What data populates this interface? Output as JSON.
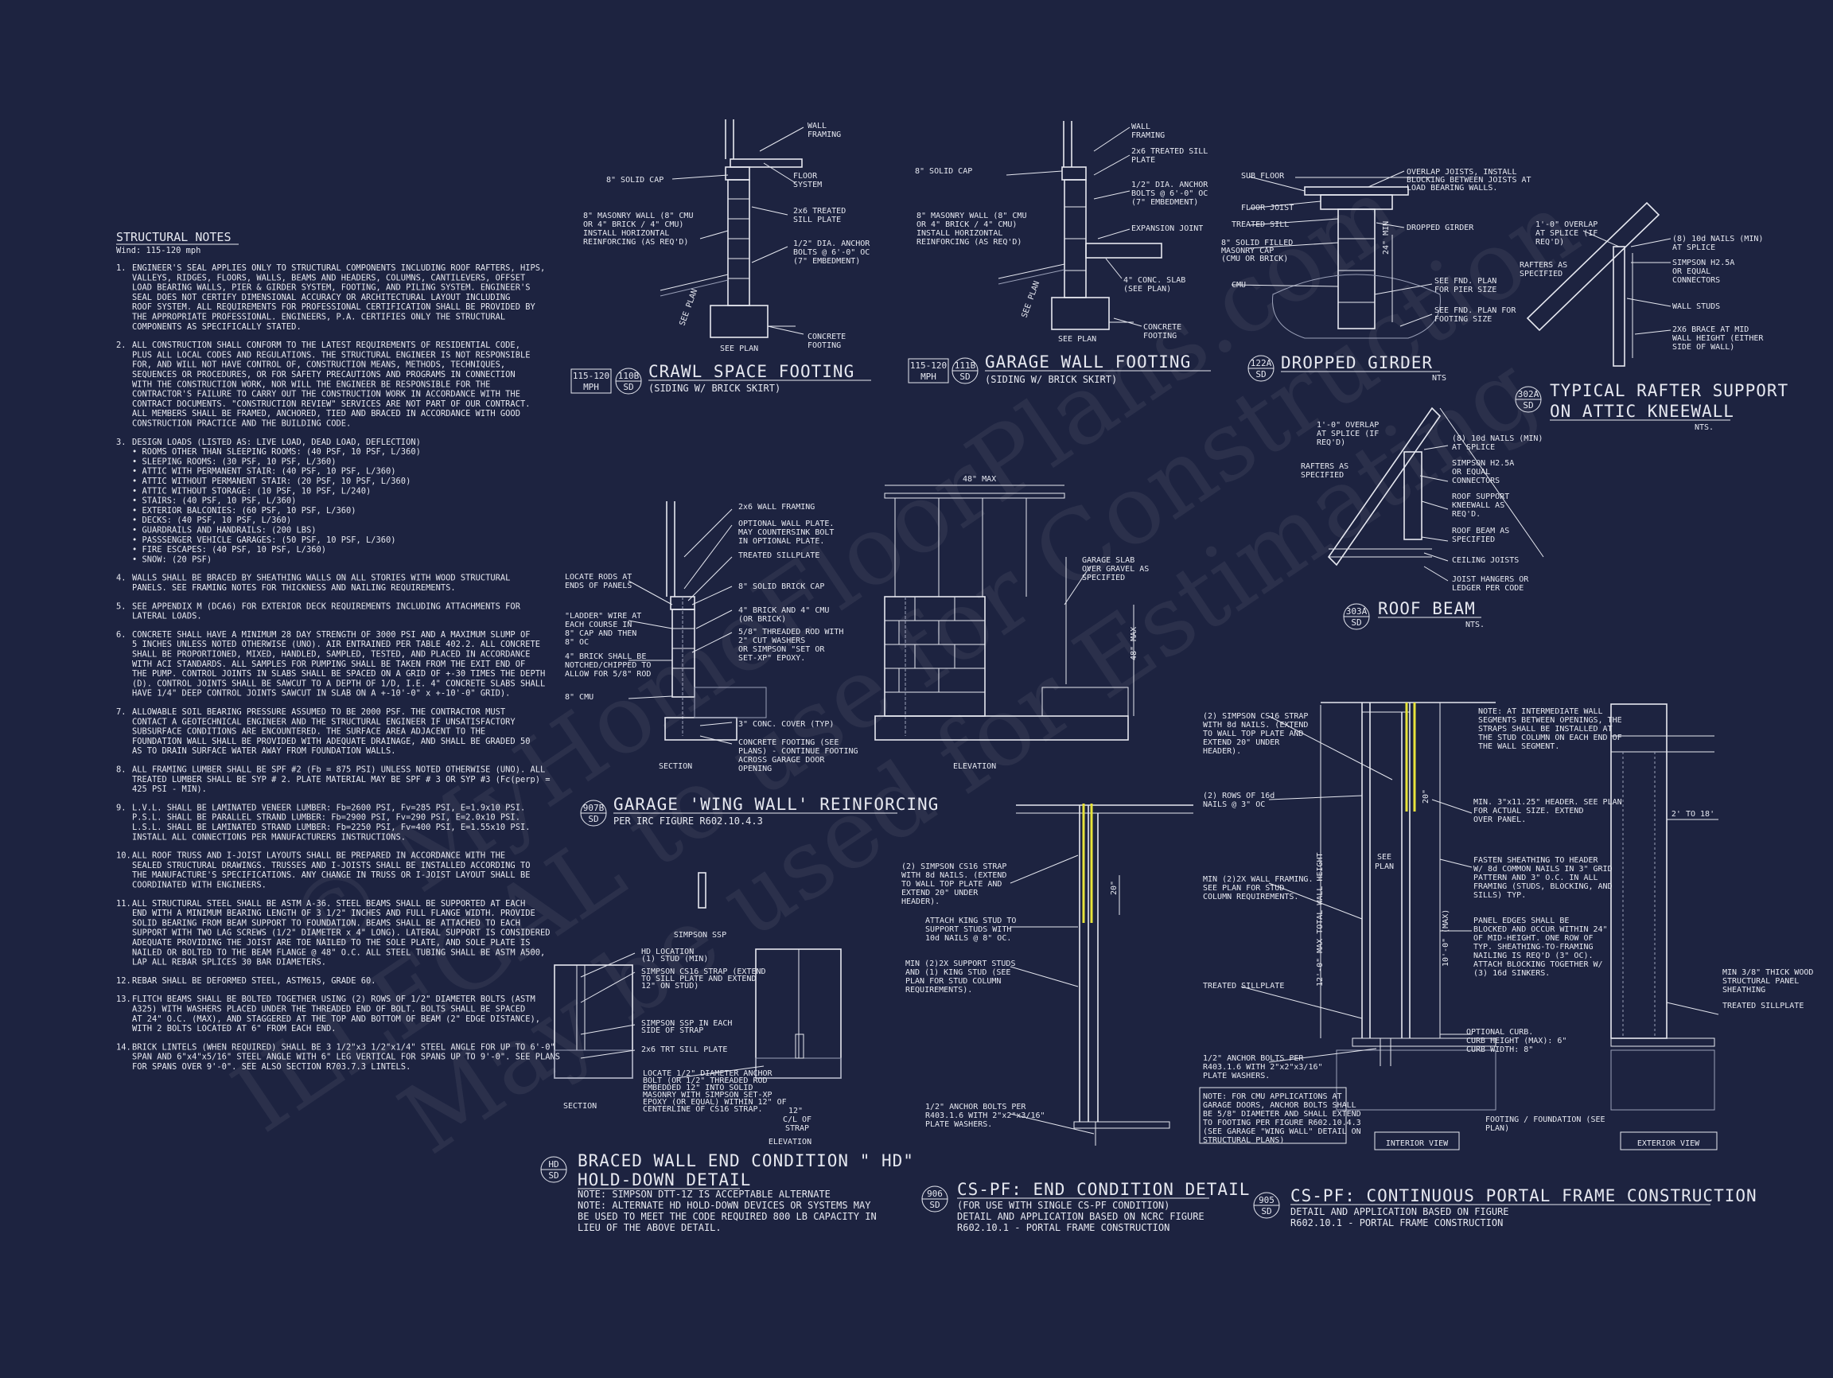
{
  "structural_notes": {
    "title": "STRUCTURAL NOTES",
    "wind": "Wind: 115-120 mph",
    "items": [
      {
        "num": "1.",
        "lines": [
          "ENGINEER'S SEAL APPLIES ONLY TO STRUCTURAL COMPONENTS INCLUDING ROOF RAFTERS, HIPS,",
          "VALLEYS, RIDGES, FLOORS, WALLS, BEAMS AND HEADERS, COLUMNS, CANTILEVERS, OFFSET",
          "LOAD BEARING WALLS, PIER & GIRDER SYSTEM, FOOTING, AND PILING SYSTEM.  ENGINEER'S",
          "SEAL DOES NOT CERTIFY DIMENSIONAL ACCURACY OR ARCHITECTURAL LAYOUT INCLUDING",
          "ROOF SYSTEM. ALL REQUIREMENTS FOR PROFESSIONAL CERTIFICATION SHALL BE PROVIDED BY",
          "THE APPROPRIATE PROFESSIONAL.  ENGINEERS, P.A. CERTIFIES ONLY THE STRUCTURAL",
          "COMPONENTS AS SPECIFICALLY STATED."
        ]
      },
      {
        "num": "2.",
        "lines": [
          "ALL CONSTRUCTION SHALL CONFORM TO THE LATEST REQUIREMENTS OF RESIDENTIAL CODE,",
          "PLUS ALL LOCAL CODES AND REGULATIONS. THE STRUCTURAL ENGINEER IS NOT RESPONSIBLE",
          "FOR, AND WILL NOT HAVE CONTROL OF, CONSTRUCTION MEANS, METHODS, TECHNIQUES,",
          "SEQUENCES OR PROCEDURES, OR FOR SAFETY PRECAUTIONS AND PROGRAMS IN CONNECTION",
          "WITH THE CONSTRUCTION WORK, NOR WILL THE ENGINEER BE RESPONSIBLE FOR THE",
          "CONTRACTOR'S FAILURE TO CARRY OUT THE CONSTRUCTION WORK IN ACCORDANCE WITH THE",
          "CONTRACT DOCUMENTS. \"CONSTRUCTION REVIEW\" SERVICES ARE NOT PART OF OUR CONTRACT.",
          "ALL MEMBERS SHALL BE FRAMED, ANCHORED, TIED AND BRACED IN ACCORDANCE WITH GOOD",
          "CONSTRUCTION PRACTICE AND THE BUILDING CODE."
        ]
      },
      {
        "num": "3.",
        "lines": [
          "DESIGN LOADS (LISTED AS: LIVE LOAD, DEAD LOAD, DEFLECTION)",
          "• ROOMS OTHER THAN SLEEPING ROOMS: (40 PSF, 10 PSF, L/360)",
          "• SLEEPING ROOMS: (30 PSF, 10 PSF, L/360)",
          "• ATTIC WITH PERMANENT STAIR: (40 PSF, 10 PSF, L/360)",
          "• ATTIC WITHOUT PERMANENT STAIR: (20 PSF, 10 PSF, L/360)",
          "• ATTIC WITHOUT STORAGE: (10 PSF, 10 PSF, L/240)",
          "• STAIRS: (40 PSF, 10 PSF, L/360)",
          "• EXTERIOR BALCONIES: (60 PSF, 10 PSF, L/360)",
          "• DECKS: (40 PSF, 10 PSF, L/360)",
          "• GUARDRAILS AND HANDRAILS: (200 LBS)",
          "• PASSSENGER VEHICLE GARAGES: (50 PSF, 10 PSF, L/360)",
          "• FIRE ESCAPES: (40 PSF, 10 PSF, L/360)",
          "• SNOW: (20 PSF)"
        ]
      },
      {
        "num": "4.",
        "lines": [
          "WALLS SHALL BE BRACED BY SHEATHING WALLS ON ALL STORIES WITH WOOD STRUCTURAL",
          "PANELS. SEE FRAMING NOTES FOR THICKNESS AND NAILING REQUIREMENTS."
        ]
      },
      {
        "num": "5.",
        "lines": [
          "SEE APPENDIX M (DCA6) FOR EXTERIOR DECK REQUIREMENTS INCLUDING ATTACHMENTS FOR",
          "LATERAL LOADS."
        ]
      },
      {
        "num": "6.",
        "lines": [
          "CONCRETE SHALL HAVE A MINIMUM 28 DAY STRENGTH OF 3000 PSI AND A MAXIMUM SLUMP OF",
          "5 INCHES UNLESS NOTED OTHERWISE (UNO). AIR ENTRAINED PER TABLE 402.2. ALL CONCRETE",
          "SHALL BE PROPORTIONED, MIXED, HANDLED, SAMPLED, TESTED, AND PLACED IN ACCORDANCE",
          "WITH ACI STANDARDS. ALL SAMPLES FOR PUMPING SHALL BE TAKEN FROM THE EXIT END OF",
          "THE PUMP. CONTROL JOINTS IN SLABS SHALL BE SPACED ON A GRID OF +-30 TIMES THE DEPTH",
          "(D). CONTROL JOINTS SHALL BE SAWCUT TO A DEPTH OF 1/D, I.E. 4\" CONCRETE SLABS SHALL",
          "HAVE 1/4\" DEEP CONTROL JOINTS SAWCUT IN SLAB ON A +-10'-0\" x +-10'-0\" GRID)."
        ]
      },
      {
        "num": "7.",
        "lines": [
          "ALLOWABLE SOIL BEARING PRESSURE ASSUMED TO BE 2000 PSF. THE CONTRACTOR MUST",
          "CONTACT A GEOTECHNICAL ENGINEER AND THE STRUCTURAL ENGINEER IF UNSATISFACTORY",
          "SUBSURFACE CONDITIONS ARE ENCOUNTERED. THE SURFACE AREA ADJACENT TO THE",
          "FOUNDATION WALL SHALL BE PROVIDED WITH ADEQUATE DRAINAGE, AND SHALL BE GRADED 50",
          "AS TO DRAIN SURFACE WATER AWAY FROM FOUNDATION WALLS."
        ]
      },
      {
        "num": "8.",
        "lines": [
          "ALL FRAMING LUMBER SHALL BE SPF #2 (Fb = 875 PSI) UNLESS NOTED OTHERWISE (UNO). ALL",
          "TREATED LUMBER SHALL BE SYP # 2. PLATE MATERIAL MAY BE SPF # 3 OR SYP #3 (Fc(perp) =",
          "425 PSI - MIN)."
        ]
      },
      {
        "num": "9.",
        "lines": [
          "L.V.L.  SHALL BE LAMINATED VENEER LUMBER: Fb=2600 PSI, Fv=285 PSI, E=1.9x10  PSI.",
          "P.S.L.  SHALL BE PARALLEL STRAND LUMBER: Fb=2900 PSI, Fv=290 PSI, E=2.0x10  PSI.",
          "L.S.L.  SHALL BE LAMINATED STRAND LUMBER: Fb=2250 PSI, Fv=400 PSI, E=1.55x10  PSI.",
          "INSTALL ALL CONNECTIONS PER MANUFACTURERS INSTRUCTIONS."
        ]
      },
      {
        "num": "10.",
        "lines": [
          "ALL ROOF TRUSS AND I-JOIST LAYOUTS SHALL BE PREPARED IN ACCORDANCE WITH THE",
          "SEALED STRUCTURAL DRAWINGS. TRUSSES AND I-JOISTS SHALL BE INSTALLED ACCORDING TO",
          "THE MANUFACTURE'S SPECIFICATIONS. ANY CHANGE IN TRUSS OR I-JOIST LAYOUT SHALL BE",
          "COORDINATED WITH ENGINEERS."
        ]
      },
      {
        "num": "11.",
        "lines": [
          "ALL STRUCTURAL STEEL SHALL BE ASTM A-36. STEEL BEAMS SHALL BE SUPPORTED AT EACH",
          "END WITH A MINIMUM BEARING LENGTH OF 3 1/2\" INCHES AND FULL FLANGE WIDTH. PROVIDE",
          "SOLID BEARING FROM BEAM SUPPORT TO FOUNDATION. BEAMS SHALL BE ATTACHED TO EACH",
          "SUPPORT WITH TWO LAG SCREWS (1/2\" DIAMETER x 4\" LONG). LATERAL SUPPORT IS CONSIDERED",
          "ADEQUATE PROVIDING THE JOIST ARE TOE NAILED TO THE SOLE PLATE, AND SOLE PLATE IS",
          "NAILED OR BOLTED TO THE BEAM FLANGE @ 48\" O.C. ALL STEEL TUBING SHALL BE ASTM A500,",
          "LAP ALL REBAR SPLICES 30 BAR DIAMETERS."
        ]
      },
      {
        "num": "12.",
        "lines": [
          "REBAR SHALL BE DEFORMED STEEL, ASTM615, GRADE 60."
        ]
      },
      {
        "num": "13.",
        "lines": [
          "FLITCH BEAMS SHALL BE BOLTED TOGETHER USING (2) ROWS OF 1/2\" DIAMETER BOLTS (ASTM",
          "A325) WITH WASHERS PLACED UNDER THE THREADED END OF BOLT. BOLTS SHALL BE SPACED",
          "AT 24\" O.C. (MAX), AND STAGGERED AT THE TOP AND BOTTOM OF BEAM (2\" EDGE DISTANCE),",
          "WITH 2 BOLTS LOCATED AT 6\" FROM EACH END."
        ]
      },
      {
        "num": "14.",
        "lines": [
          "BRICK LINTELS (WHEN REQUIRED) SHALL BE 3 1/2\"x3 1/2\"x1/4\" STEEL ANGLE FOR UP TO 6'-0\"",
          "SPAN AND 6\"x4\"x5/16\" STEEL ANGLE WITH 6\" LEG VERTICAL FOR SPANS UP TO 9'-0\". SEE PLANS",
          "FOR SPANS OVER 9'-0\". SEE ALSO SECTION R703.7.3 LINTELS."
        ]
      }
    ]
  },
  "details": {
    "crawl": {
      "title": "CRAWL SPACE FOOTING",
      "sub": "(SIDING W/ BRICK SKIRT)",
      "b_top": "110B",
      "b_bot": "SD",
      "tag_top": "115-120",
      "tag_bot": "MPH",
      "labels": [
        "WALL",
        "FRAMING",
        "8\" SOLID CAP",
        "FLOOR",
        "SYSTEM",
        "8\" MASONRY WALL (8\" CMU",
        "OR 4\" BRICK / 4\" CMU)",
        "INSTALL HORIZONTAL",
        "REINFORCING (AS REQ'D)",
        "2x6 TREATED",
        "SILL PLATE",
        "1/2\" DIA. ANCHOR",
        "BOLTS @ 6'-0\" OC",
        "(7\" EMBEDMENT)",
        "CONCRETE",
        "FOOTING",
        "SEE PLAN",
        "SEE PLAN"
      ]
    },
    "garage": {
      "title": "GARAGE WALL FOOTING",
      "sub": "(SIDING W/ BRICK SKIRT)",
      "b_top": "111B",
      "b_bot": "SD",
      "tag_top": "115-120",
      "tag_bot": "MPH",
      "labels": [
        "WALL",
        "FRAMING",
        "8\" SOLID CAP",
        "2x6 TREATED SILL",
        "PLATE",
        "8\" MASONRY WALL (8\" CMU",
        "OR 4\" BRICK / 4\" CMU)",
        "INSTALL HORIZONTAL",
        "REINFORCING (AS REQ'D)",
        "1/2\" DIA. ANCHOR",
        "BOLTS @ 6'-0\" OC",
        "(7\" EMBEDMENT)",
        "EXPANSION JOINT",
        "4\" CONC. SLAB",
        "(SEE PLAN)",
        "CONCRETE",
        "FOOTING",
        "SEE PLAN",
        "SEE PLAN"
      ]
    },
    "dropped": {
      "title": "DROPPED GIRDER",
      "nts": "NTS",
      "b_top": "122A",
      "b_bot": "SD",
      "labels": [
        "SUB FLOOR",
        "FLOOR JOIST",
        "TREATED SILL",
        "8\" SOLID FILLED",
        "MASONRY CAP",
        "(CMU OR BRICK)",
        "CMU",
        "OVERLAP JOISTS, INSTALL",
        "BLOCKING BETWEEN JOISTS AT",
        "LOAD BEARING WALLS.",
        "DROPPED GIRDER",
        "24\" MIN",
        "SEE FND. PLAN",
        "FOR PIER SIZE",
        "SEE FND. PLAN FOR",
        "FOOTING SIZE"
      ]
    },
    "rafter": {
      "title_1": "TYPICAL RAFTER SUPPORT",
      "title_2": "ON ATTIC KNEEWALL",
      "nts": "NTS.",
      "b_top": "302A",
      "b_bot": "SD",
      "labels": [
        "1'-0\" OVERLAP",
        "AT SPLICE (IF",
        "REQ'D)",
        "RAFTERS AS",
        "SPECIFIED",
        "(8) 10d NAILS (MIN)",
        "AT SPLICE",
        "SIMPSON H2.5A",
        "OR EQUAL",
        "CONNECTORS",
        "WALL STUDS",
        "2X6 BRACE AT MID",
        "WALL HEIGHT (EITHER",
        "SIDE OF WALL)"
      ]
    },
    "roofbeam": {
      "title": "ROOF BEAM",
      "nts": "NTS.",
      "b_top": "303A",
      "b_bot": "SD",
      "labels": [
        "1'-0\" OVERLAP",
        "AT SPLICE (IF",
        "REQ'D)",
        "RAFTERS AS",
        "SPECIFIED",
        "(8) 10d NAILS (MIN)",
        "AT SPLICE",
        "SIMPSON H2.5A",
        "OR EQUAL",
        "CONNECTORS",
        "ROOF SUPPORT",
        "KNEEWALL AS",
        "REQ'D.",
        "ROOF BEAM AS",
        "SPECIFIED",
        "CEILING JOISTS",
        "JOIST HANGERS OR",
        "LEDGER PER CODE"
      ]
    },
    "wingwall": {
      "title": "GARAGE 'WING WALL' REINFORCING",
      "sub": "PER IRC FIGURE R602.10.4.3",
      "b_top": "907B",
      "b_bot": "SD",
      "labels": [
        "2x6 WALL FRAMING",
        "OPTIONAL WALL PLATE.",
        "MAY COUNTERSINK BOLT",
        "IN OPTIONAL PLATE.",
        "TREATED SILLPLATE",
        "8\" SOLID BRICK CAP",
        "4\" BRICK AND 4\" CMU",
        "(OR BRICK)",
        "5/8\" THREADED ROD WITH",
        "2\" CUT WASHERS",
        "OR SIMPSON \"SET OR",
        "SET-XP\" EPOXY.",
        "3\" CONC. COVER (TYP)",
        "CONCRETE FOOTING (SEE",
        "PLANS) - CONTINUE FOOTING",
        "ACROSS GARAGE DOOR",
        "OPENING",
        "LOCATE RODS AT",
        "ENDS OF PANELS",
        "\"LADDER\" WIRE AT",
        "EACH COURSE IN",
        "8\" CAP AND THEN",
        "8\" OC",
        "4\" BRICK SHALL BE",
        "NOTCHED/CHIPPED TO",
        "ALLOW FOR 5/8\" ROD",
        "8\" CMU",
        "SECTION",
        "48\" MAX",
        "GARAGE SLAB",
        "OVER GRAVEL AS",
        "SPECIFIED",
        "48\" MAX",
        "ELEVATION"
      ]
    },
    "holddown": {
      "title_1": "BRACED WALL END CONDITION \" HD\"",
      "title_2": "HOLD-DOWN DETAIL",
      "b_top": "HD",
      "b_bot": "SD",
      "notes": [
        "NOTE: SIMPSON DTT-1Z IS ACCEPTABLE ALTERNATE",
        "NOTE: ALTERNATE HD HOLD-DOWN DEVICES OR SYSTEMS MAY",
        "BE USED TO MEET THE CODE REQUIRED 800 LB CAPACITY IN",
        "LIEU OF THE ABOVE DETAIL."
      ],
      "labels": [
        "SIMPSON SSP",
        "HD LOCATION",
        "(1) STUD (MIN)",
        "SIMPSON CS16 STRAP (EXTEND",
        "TO SILL PLATE AND EXTEND",
        "12\" ON STUD)",
        "SIMPSON SSP IN EACH",
        "SIDE OF STRAP",
        "2x6 TRT SILL PLATE",
        "LOCATE 1/2\" DIAMETER ANCHOR",
        "BOLT (OR 1/2\" THREADED ROD",
        "EMBEDDED 12\" INTO SOLID",
        "MASONRY WITH SIMPSON SET-XP",
        "EPOXY (OR EQUAL) WITHIN 12\" OF",
        "CENTERLINE OF CS16 STRAP.",
        "SECTION",
        "12\"",
        "C/L OF",
        "STRAP",
        "ELEVATION"
      ]
    },
    "endcond": {
      "title": "CS-PF: END CONDITION DETAIL",
      "b_top": "906",
      "b_bot": "SD",
      "sub": [
        "(FOR USE WITH SINGLE CS-PF CONDITION)",
        "DETAIL AND APPLICATION BASED ON NCRC FIGURE",
        "R602.10.1 - PORTAL FRAME CONSTRUCTION"
      ],
      "labels": [
        "(2) SIMPSON CS16 STRAP",
        "WITH 8d NAILS. (EXTEND",
        "TO WALL TOP PLATE AND",
        "EXTEND 20\" UNDER",
        "HEADER).",
        "20\"",
        "ATTACH KING STUD TO",
        "SUPPORT STUDS WITH",
        "10d NAILS @ 8\" OC.",
        "MIN (2)2X SUPPORT STUDS",
        "AND (1) KING STUD (SEE",
        "PLAN FOR STUD COLUMN",
        "REQUIREMENTS).",
        "1/2\" ANCHOR BOLTS PER",
        "R403.1.6 WITH 2\"x2\"x3/16\"",
        "PLATE WASHERS."
      ]
    },
    "portal": {
      "title": "CS-PF: CONTINUOUS PORTAL FRAME CONSTRUCTION",
      "b_top": "905",
      "b_bot": "SD",
      "sub": [
        "DETAIL AND APPLICATION BASED ON  FIGURE",
        "R602.10.1 - PORTAL FRAME CONSTRUCTION"
      ],
      "labels": [
        "(2) SIMPSON CS16 STRAP",
        "WITH 8d NAILS. (EXTEND",
        "TO WALL TOP PLATE AND",
        "EXTEND 20\" UNDER",
        "HEADER).",
        "(2) ROWS OF 16d",
        "NAILS @ 3\" OC",
        "MIN (2)2X WALL FRAMING.",
        "SEE PLAN FOR STUD",
        "COLUMN REQUIREMENTS.",
        "TREATED SILLPLATE",
        "1/2\" ANCHOR BOLTS PER",
        "R403.1.6 WITH 2\"x2\"x3/16\"",
        "PLATE WASHERS.",
        "NOTE: FOR CMU APPLICATIONS AT",
        "GARAGE DOORS, ANCHOR BOLTS SHALL",
        "BE 5/8\" DIAMETER AND SHALL EXTEND",
        "TO FOOTING PER  FIGURE R602.10.4.3",
        "(SEE GARAGE \"WING WALL\" DETAIL ON",
        "STRUCTURAL PLANS)",
        "12'-0\" MAX TOTAL WALL HEIGHT",
        "10'-0\" (MAX)",
        "SEE",
        "PLAN",
        "20\"",
        "NOTE: AT INTERMEDIATE WALL",
        "SEGMENTS BETWEEN OPENINGS, THE",
        "STRAPS SHALL BE INSTALLED AT",
        "THE STUD COLUMN ON EACH END OF",
        "THE WALL SEGMENT.",
        "MIN. 3\"x11.25\" HEADER. SEE PLAN",
        "FOR ACTUAL SIZE. EXTEND",
        "OVER PANEL.",
        "FASTEN SHEATHING TO HEADER",
        "W/ 8d COMMON NAILS IN 3\" GRID",
        "PATTERN AND 3\" O.C. IN ALL",
        "FRAMING (STUDS, BLOCKING, AND",
        "SILLS) TYP.",
        "PANEL EDGES SHALL BE",
        "BLOCKED AND OCCUR WITHIN 24\"",
        "OF MID-HEIGHT. ONE ROW OF",
        "TYP. SHEATHING-TO-FRAMING",
        "NAILING IS REQ'D (3\" OC).",
        "ATTACH BLOCKING TOGETHER W/",
        "(3) 16d SINKERS.",
        "OPTIONAL CURB.",
        "CURB HEIGHT (MAX): 6\"",
        "CURB WIDTH: 8\"",
        "FOOTING / FOUNDATION (SEE",
        "PLAN)",
        "2' TO 18'",
        "MIN 3/8\" THICK WOOD",
        "STRUCTURAL PANEL",
        "SHEATHING",
        "TREATED SILLPLATE",
        "INTERIOR VIEW",
        "EXTERIOR VIEW"
      ]
    }
  },
  "watermark": {
    "lines": [
      "© MyHomeFloorPlans.com",
      "ILLEGAL to use for Construction",
      "May be used for Estimating"
    ]
  },
  "colors": {
    "background": "#1d2340",
    "ink": "#e6e8f0",
    "highlight": "#e7e33a"
  }
}
